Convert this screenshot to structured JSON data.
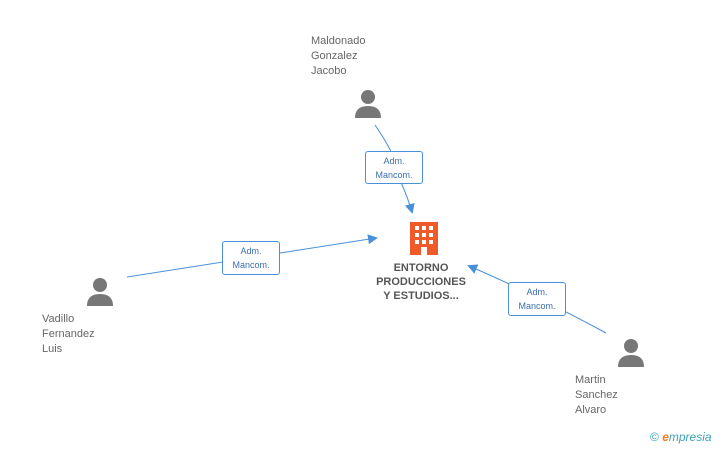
{
  "company": {
    "name_lines": [
      "ENTORNO",
      "PRODUCCIONES",
      "Y ESTUDIOS..."
    ],
    "icon": "building-icon",
    "color": "#f05a28"
  },
  "persons": [
    {
      "id": "maldonado",
      "name_lines": [
        "Maldonado",
        "Gonzalez",
        "Jacobo"
      ],
      "icon": "person-icon"
    },
    {
      "id": "vadillo",
      "name_lines": [
        "Vadillo",
        "Fernandez",
        "Luis"
      ],
      "icon": "person-icon"
    },
    {
      "id": "martin",
      "name_lines": [
        "Martin",
        "Sanchez",
        "Alvaro"
      ],
      "icon": "person-icon"
    }
  ],
  "relations": [
    {
      "from": "maldonado",
      "label_lines": [
        "Adm.",
        "Mancom."
      ]
    },
    {
      "from": "vadillo",
      "label_lines": [
        "Adm.",
        "Mancom."
      ]
    },
    {
      "from": "martin",
      "label_lines": [
        "Adm.",
        "Mancom."
      ]
    }
  ],
  "colors": {
    "edge": "#4a90d9",
    "person_icon": "#777777",
    "text": "#666666"
  },
  "footer": {
    "copyright": "©",
    "brand_initial": "e",
    "brand_rest": "mpresia"
  }
}
